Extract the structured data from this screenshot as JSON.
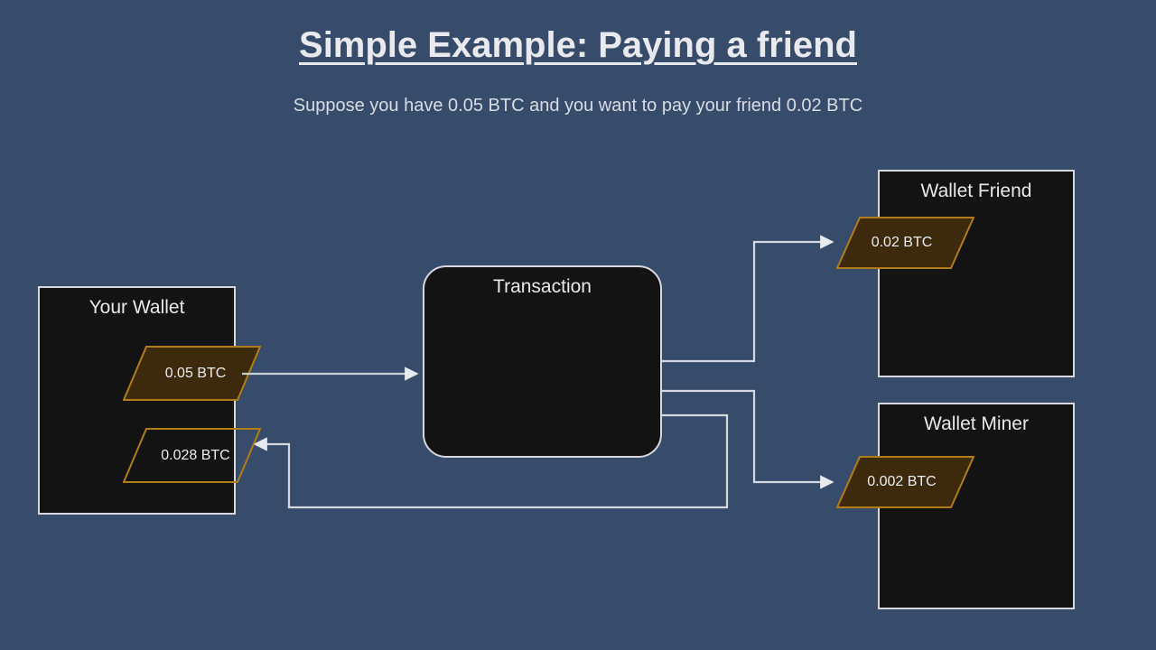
{
  "page": {
    "title": "Simple Example: Paying a friend",
    "subtitle": "Suppose you have 0.05 BTC and you want to pay your friend 0.02 BTC",
    "background_color": "#374b6b",
    "node_fill_color": "#131313",
    "node_border_color": "#d5d9df",
    "utxo_fill_color": "#3d2a0c",
    "utxo_border_color": "#b07d16",
    "edge_color": "#d5d9df",
    "text_color": "#e6e8ec"
  },
  "nodes": {
    "your_wallet": {
      "label": "Your Wallet",
      "utxos": [
        {
          "label": "0.05 BTC",
          "amount": 0.05,
          "unit": "BTC",
          "filled": true
        },
        {
          "label": "0.028 BTC",
          "amount": 0.028,
          "unit": "BTC",
          "filled": false
        }
      ]
    },
    "transaction": {
      "label": "Transaction"
    },
    "wallet_friend": {
      "label": "Wallet Friend",
      "utxos": [
        {
          "label": "0.02 BTC",
          "amount": 0.02,
          "unit": "BTC",
          "filled": true
        }
      ]
    },
    "wallet_miner": {
      "label": "Wallet Miner",
      "utxos": [
        {
          "label": "0.002 BTC",
          "amount": 0.002,
          "unit": "BTC",
          "filled": true
        }
      ]
    }
  },
  "edges": [
    {
      "id": "input-edge",
      "from": "your_wallet.0.05 BTC",
      "to": "transaction",
      "arrow": "right"
    },
    {
      "id": "friend-edge",
      "from": "transaction",
      "to": "wallet_friend.0.02 BTC",
      "arrow": "right"
    },
    {
      "id": "miner-edge",
      "from": "transaction",
      "to": "wallet_miner.0.002 BTC",
      "arrow": "right"
    },
    {
      "id": "change-edge",
      "from": "transaction",
      "to": "your_wallet.0.028 BTC",
      "arrow": "left"
    }
  ]
}
